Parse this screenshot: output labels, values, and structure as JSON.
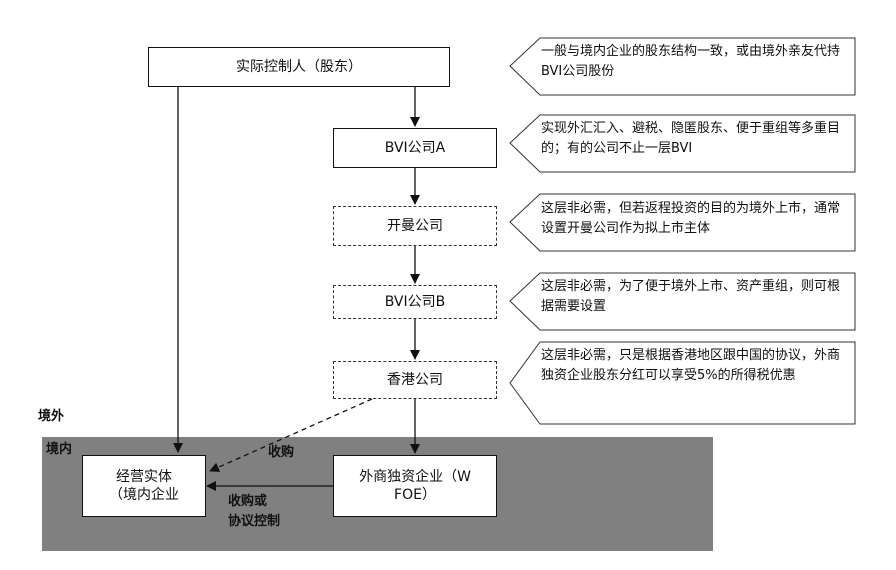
{
  "nodes": {
    "controller": "实际控制人（股东）",
    "bvi_a": "BVI公司A",
    "cayman": "开曼公司",
    "bvi_b": "BVI公司B",
    "hk": "香港公司",
    "operating_line1": "经营实体",
    "operating_line2": "（境内企业",
    "wfoe_line1": "外商独资企业（W",
    "wfoe_line2": "FOE）"
  },
  "zones": {
    "offshore": "境外",
    "onshore": "境内"
  },
  "edge_labels": {
    "acquire": "收购",
    "acquire_or_control_line1": "收购或",
    "acquire_or_control_line2": "协议控制"
  },
  "notes": {
    "n1": "一般与境内企业的股东结构一致，或由境外亲友代持BVI公司股份",
    "n2": "实现外汇汇入、避税、隐匿股东、便于重组等多重目的；有的公司不止一层BVI",
    "n3": "这层非必需，但若返程投资的目的为境外上市，通常设置开曼公司作为拟上市主体",
    "n4": "这层非必需，为了便于境外上市、资产重组，则可根据需要设置",
    "n5": "这层非必需，只是根据香港地区跟中国的协议，外商独资企业股东分红可以享受5%的所得税优惠"
  }
}
